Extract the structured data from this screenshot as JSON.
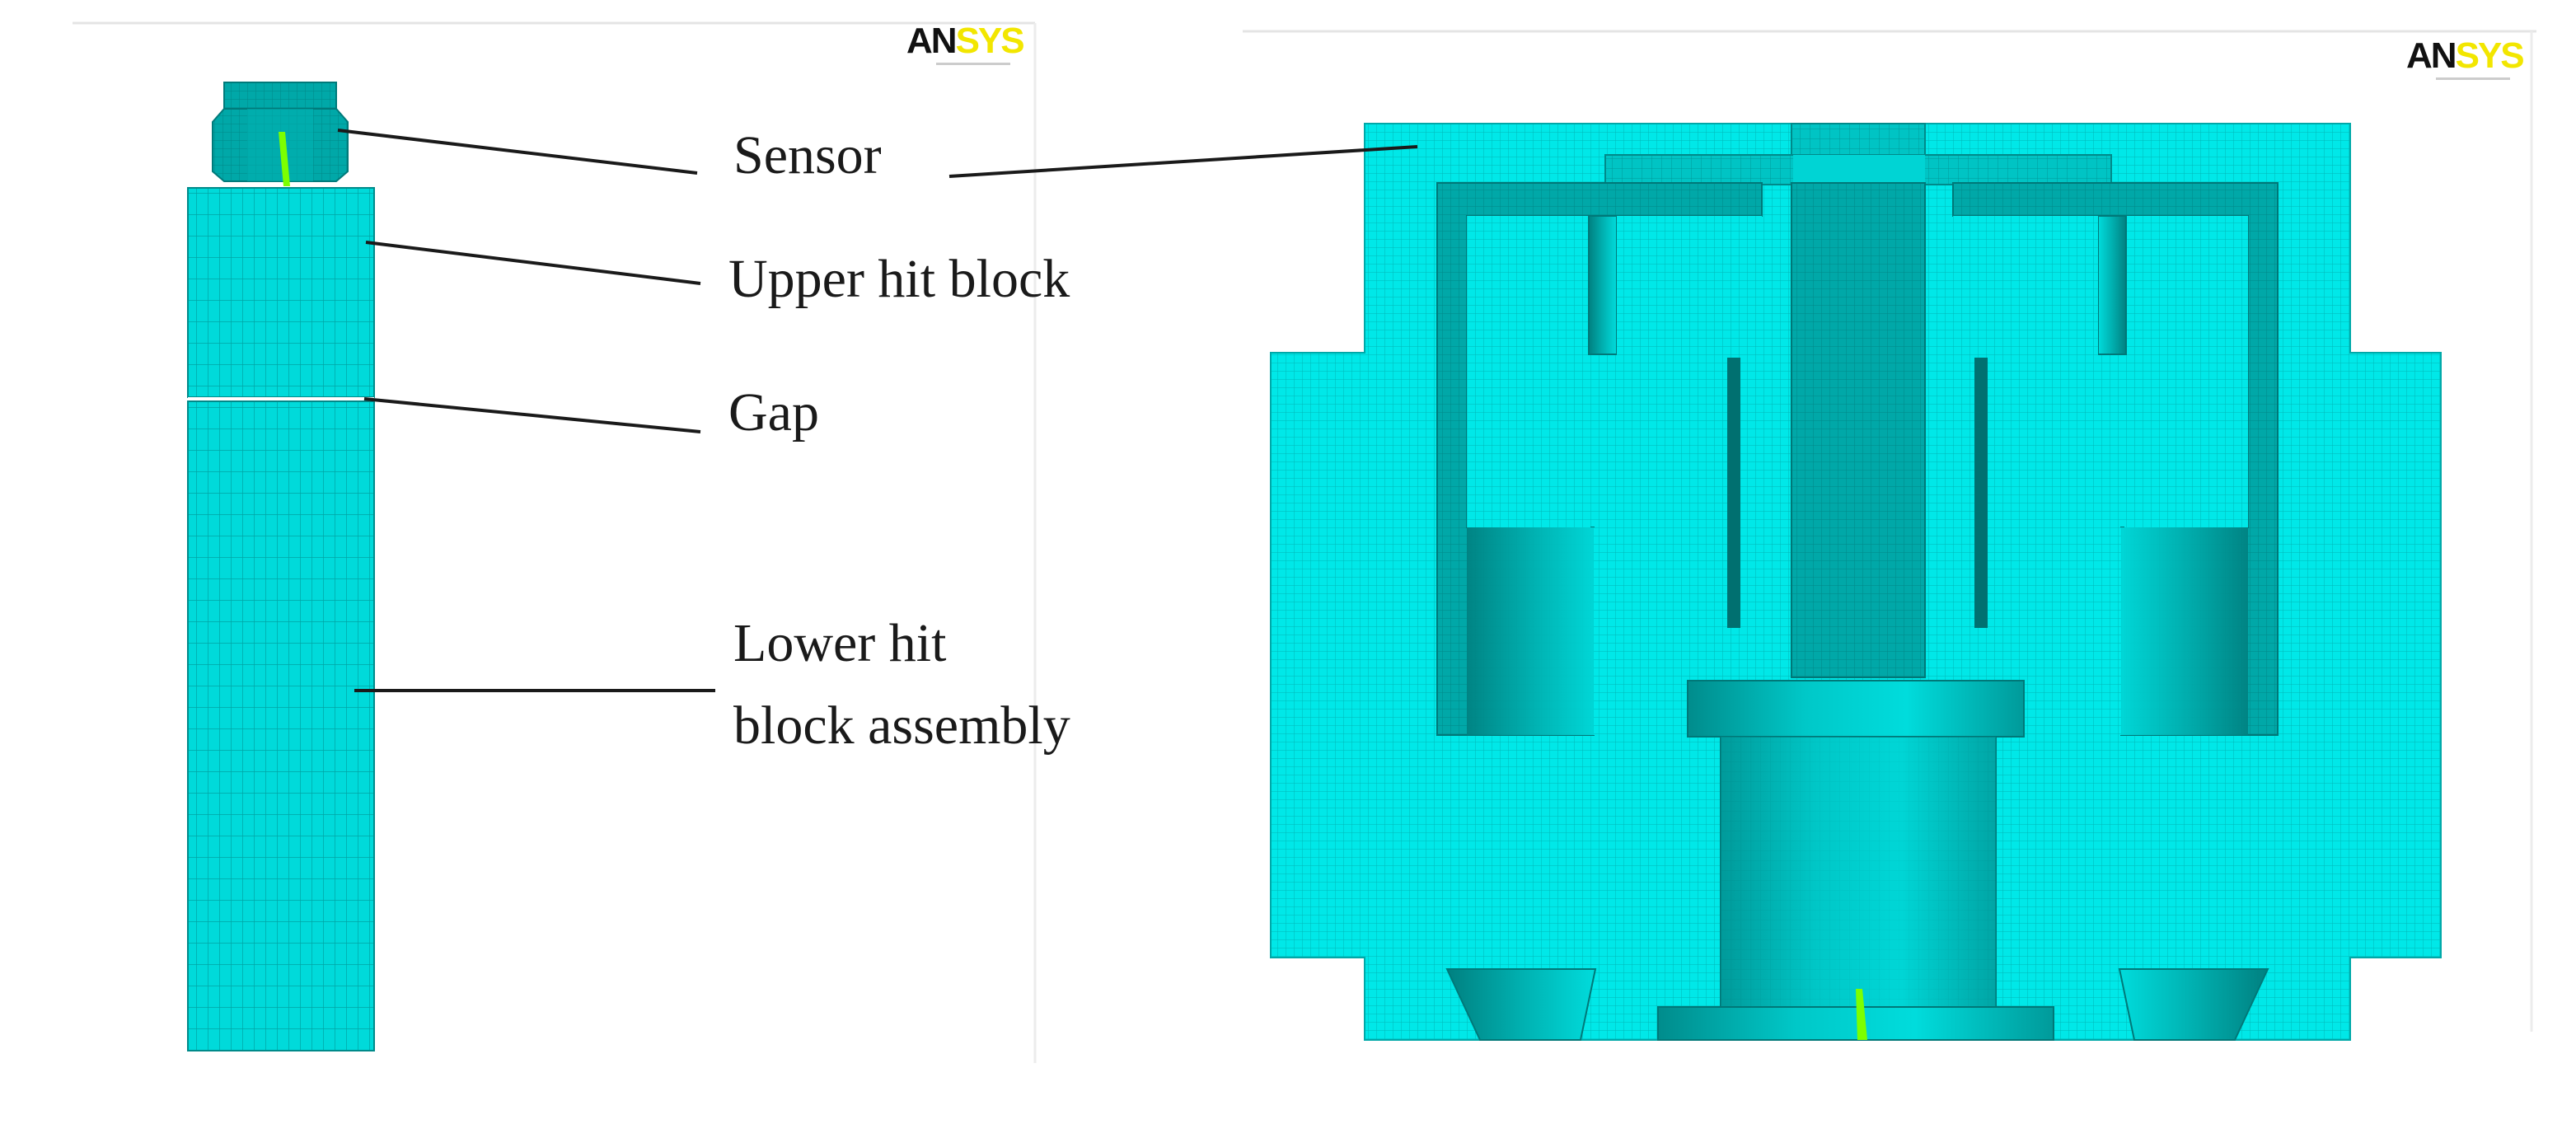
{
  "labels": {
    "sensor": "Sensor",
    "upper_hit_block": "Upper hit block",
    "gap": "Gap",
    "lower_hit_block_line1": "Lower hit",
    "lower_hit_block_line2": "block assembly"
  },
  "logos": {
    "left": {
      "part1": "AN",
      "part2": "SYS"
    },
    "right": {
      "part1": "AN",
      "part2": "SYS"
    }
  },
  "colors": {
    "mesh_face": "#00e8e8",
    "mesh_shade": "#00b4b4",
    "mesh_dark": "#008a8a",
    "mesh_line": "#009c9c",
    "highlight": "#7cff00",
    "logo_yellow": "#f2e600",
    "leader_line": "#1a1a1a"
  }
}
